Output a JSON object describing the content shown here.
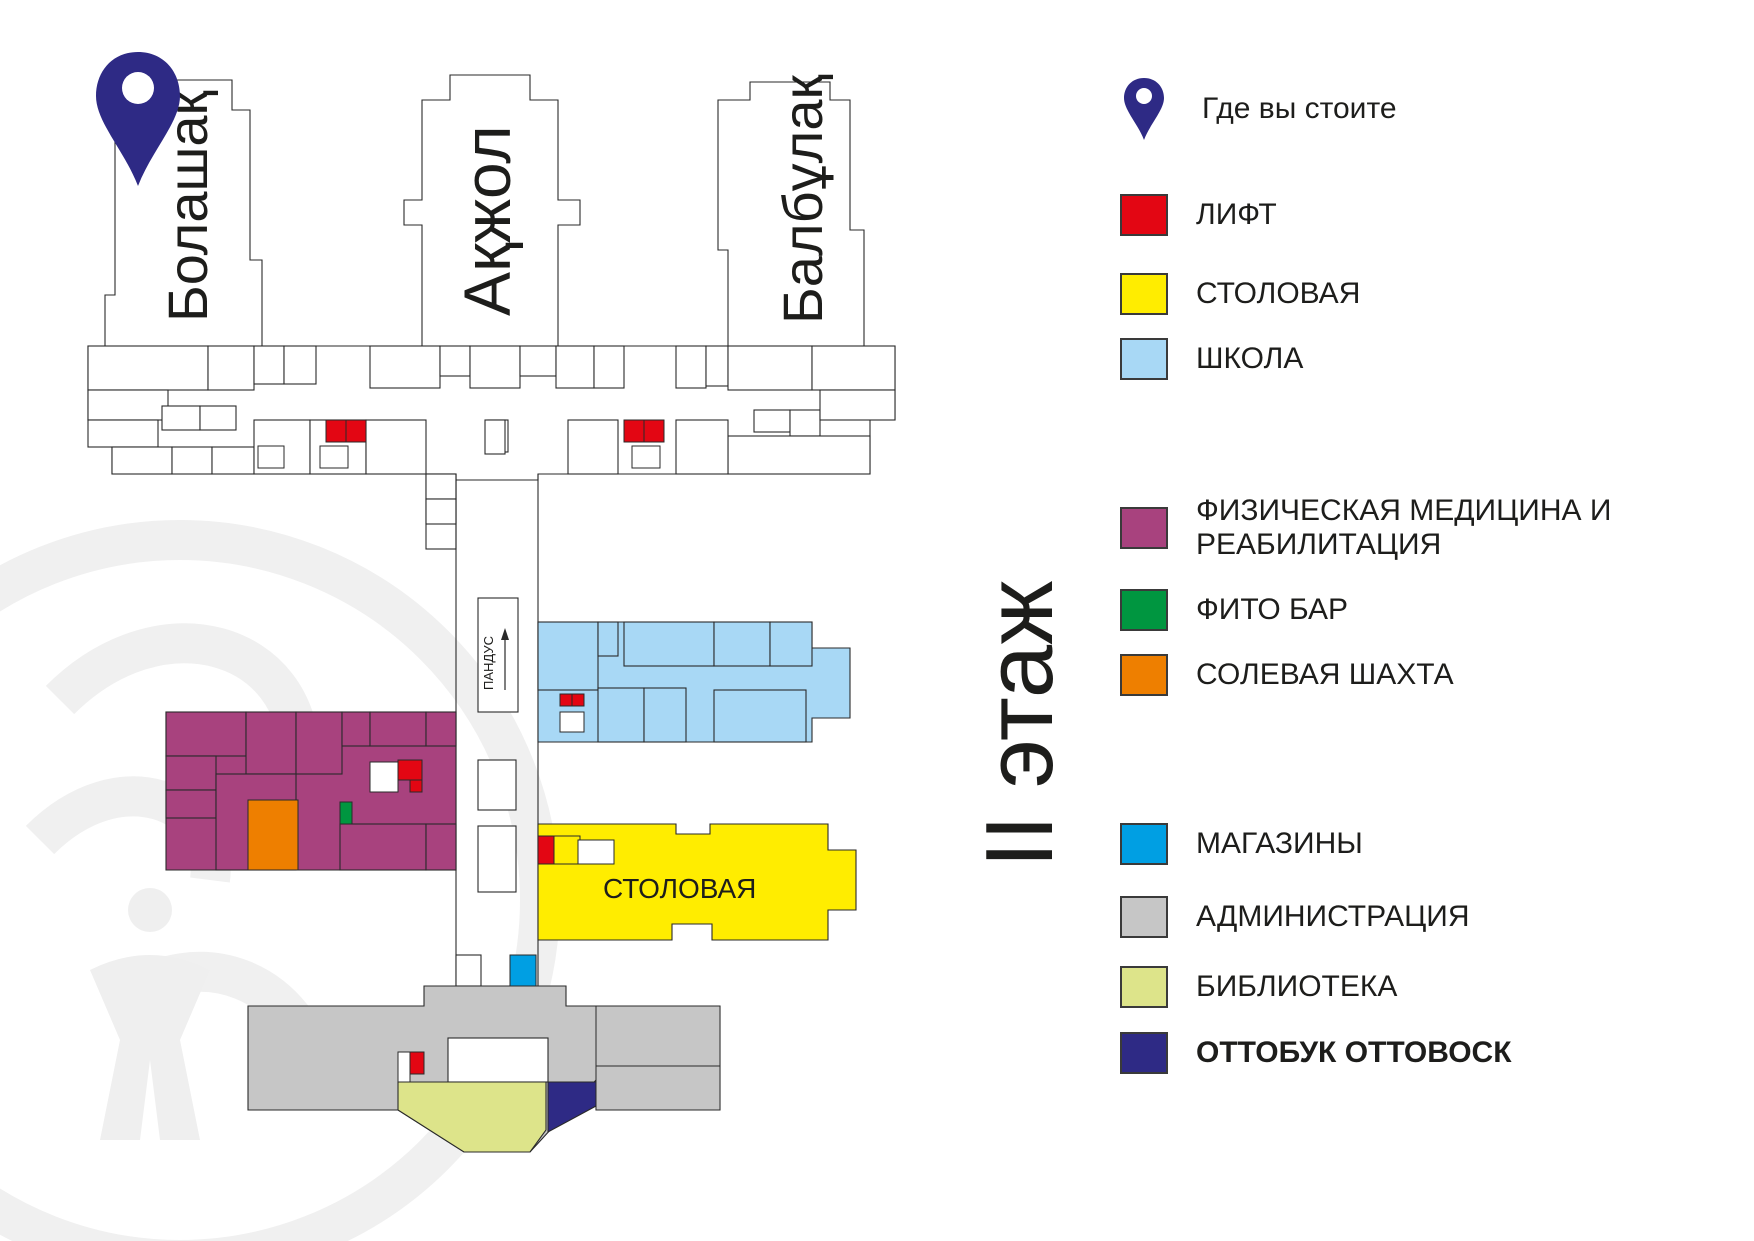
{
  "map": {
    "blocks": {
      "bolashak": "Болашақ",
      "akzhol": "Ақжол",
      "balbulak": "Балбұлақ"
    },
    "ramp_label": "ПАНДУС",
    "canteen_label": "СТОЛОВАЯ",
    "floor_title": "II этаж",
    "you_are_here_color": "#2e2a85"
  },
  "legend": {
    "you_are_here": "Где вы стоите",
    "items": [
      {
        "label": "ЛИФТ",
        "color": "#e30613"
      },
      {
        "label": "СТОЛОВАЯ",
        "color": "#ffed00"
      },
      {
        "label": "ШКОЛА",
        "color": "#a8d8f5"
      },
      {
        "label": "ФИЗИЧЕСКАЯ МЕДИЦИНА И РЕАБИЛИТАЦИЯ",
        "color": "#a8427e"
      },
      {
        "label": "ФИТО БАР",
        "color": "#009640"
      },
      {
        "label": "СОЛЕВАЯ ШАХТА",
        "color": "#ee7f00"
      },
      {
        "label": "МАГАЗИНЫ",
        "color": "#009fe3"
      },
      {
        "label": "АДМИНИСТРАЦИЯ",
        "color": "#c6c6c6"
      },
      {
        "label": "БИБЛИОТЕКА",
        "color": "#dde48a"
      },
      {
        "label": "ОТТОБУК ОТТОВОСК",
        "color": "#2e2a85"
      }
    ]
  }
}
